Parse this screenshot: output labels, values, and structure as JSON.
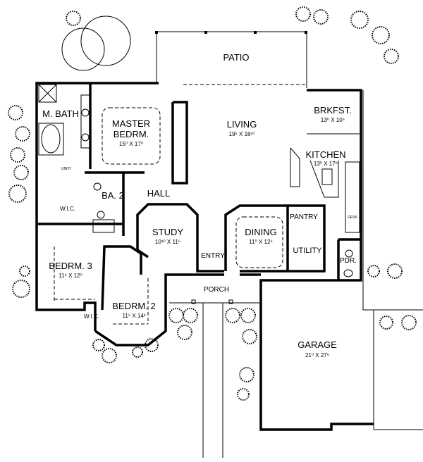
{
  "rooms": {
    "patio": {
      "name": "PATIO"
    },
    "master_bath": {
      "name": "M. BATH"
    },
    "master_bedroom": {
      "name1": "MASTER",
      "name2": "BEDRM.",
      "dims": "15⁰ X 17⁰"
    },
    "living": {
      "name": "LIVING",
      "dims": "19⁶ X 16¹⁰"
    },
    "breakfast": {
      "name": "BRKFST.",
      "dims": "13⁰ X 10⁴"
    },
    "kitchen": {
      "name": "KITCHEN",
      "dims": "13⁰ X 17⁸"
    },
    "bath2": {
      "name": "BA. 2"
    },
    "hall": {
      "name": "HALL"
    },
    "wic_master": {
      "name": "W.I.C."
    },
    "study": {
      "name": "STUDY",
      "dims": "10¹⁰ X 11⁶"
    },
    "dining": {
      "name": "DINING",
      "dims": "11⁰ X 12⁶"
    },
    "pantry": {
      "name": "PANTRY"
    },
    "utility": {
      "name": "UTILITY"
    },
    "powder": {
      "name": "PDR."
    },
    "entry": {
      "name": "ENTRY"
    },
    "bedroom3": {
      "name": "BEDRM. 3",
      "dims": "11⁶ X 12⁰"
    },
    "porch": {
      "name": "PORCH"
    },
    "bedroom2": {
      "name": "BEDRM. 2",
      "dims": "11⁶ X 14²"
    },
    "wic_bed2": {
      "name": "W.I.C."
    },
    "garage": {
      "name": "GARAGE",
      "dims": "21⁰ X 27⁶"
    }
  },
  "fixtures": {
    "undy": "UNDY",
    "desk": "DESK"
  }
}
